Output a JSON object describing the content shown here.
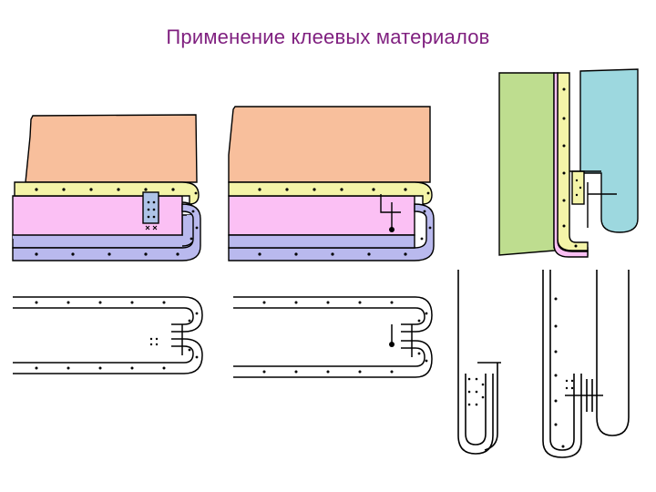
{
  "slide": {
    "title": "Применение клеевых материалов"
  },
  "colors": {
    "title": "#7f1f7f",
    "outline": "#000000",
    "salmon": "#f8bf9c",
    "pink": "#fbc0f4",
    "yellow": "#f4f4a8",
    "blue": "#b9b9ee",
    "green": "#bedd8f",
    "cyan": "#9dd8df",
    "adhesive": "#aec3e7"
  },
  "figures": [
    "seam-fig-1-colored",
    "seam-fig-2-colored",
    "seam-fig-3-colored-vertical",
    "seam-fig-4-scheme",
    "seam-fig-5-scheme",
    "seam-fig-6-scheme-vertical",
    "seam-fig-7-scheme-vertical"
  ]
}
